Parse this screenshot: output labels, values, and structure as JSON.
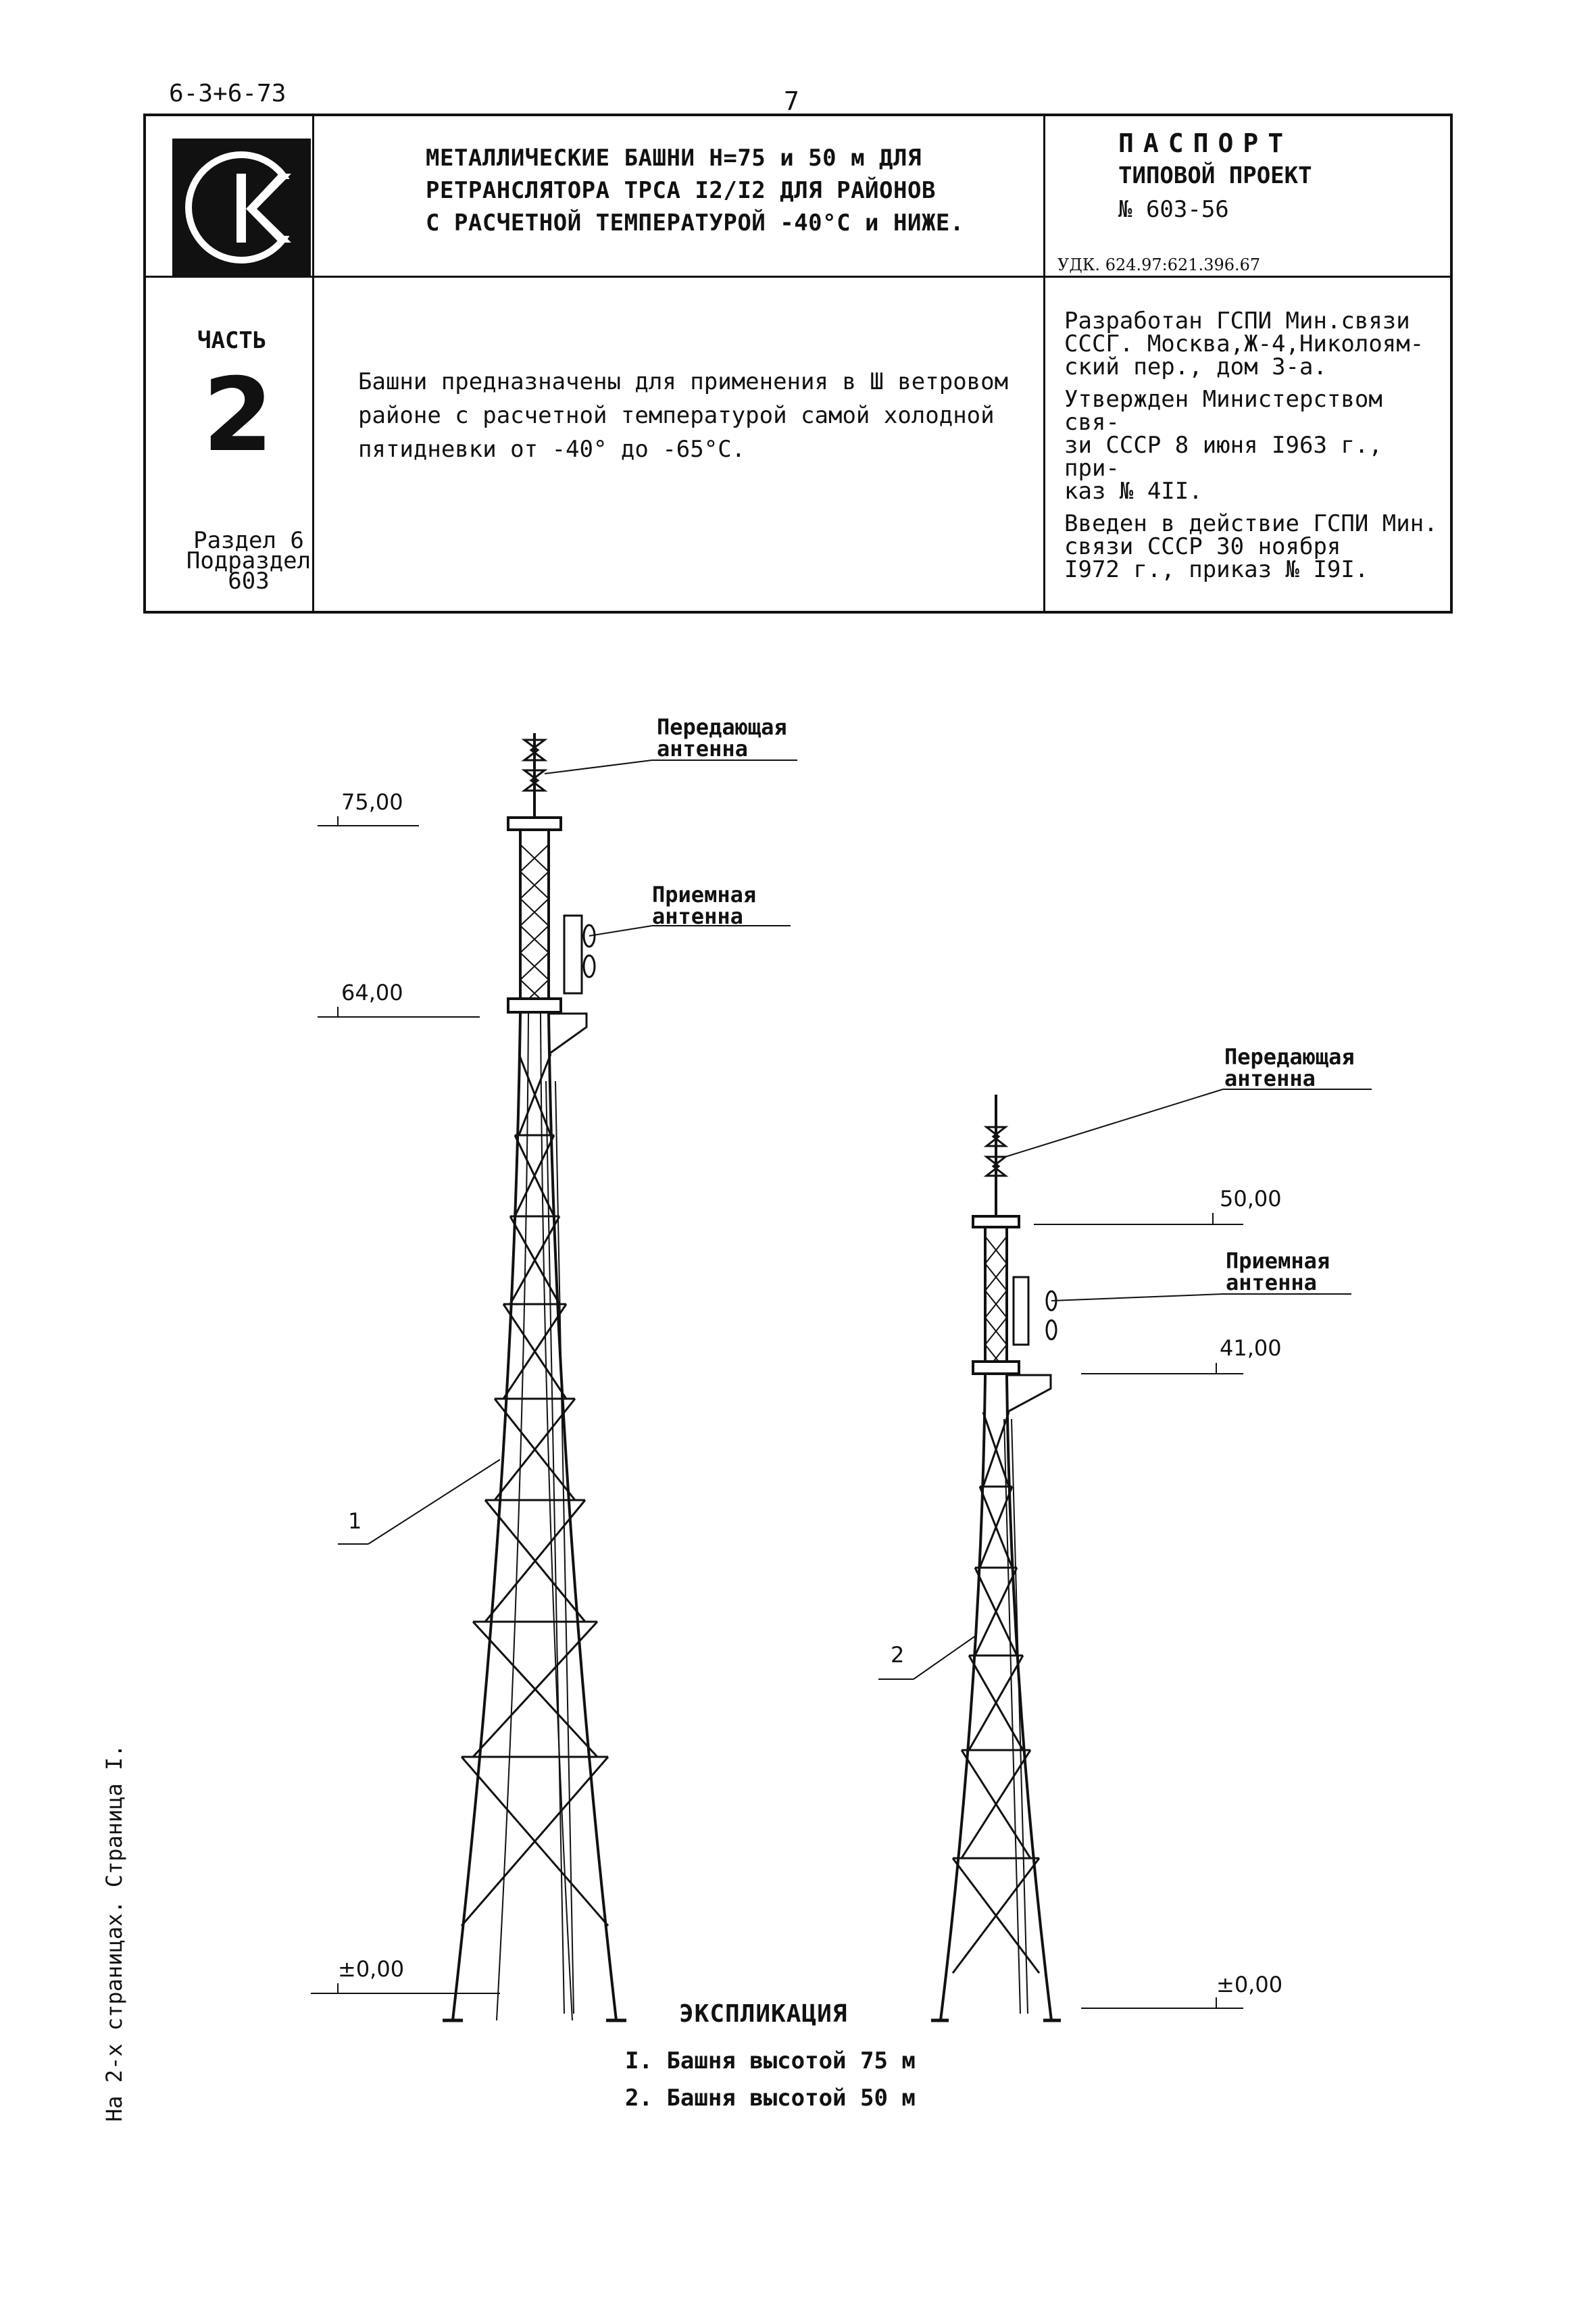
{
  "header": {
    "code": "6-3+6-73",
    "page_number": "7",
    "title_lines": [
      "МЕТАЛЛИЧЕСКИЕ БАШНИ Н=75 и 50 м ДЛЯ",
      "РЕТРАНСЛЯТОРА ТРСА I2/I2 ДЛЯ РАЙОНОВ",
      "С РАСЧЕТНОЙ ТЕМПЕРАТУРОЙ -40°С и НИЖЕ."
    ],
    "passport": "ПАСПОРТ",
    "project_type": "ТИПОВОЙ ПРОЕКТ",
    "project_number": "№ 603-56",
    "udk": "УДК. 624.97:621.396.67",
    "logo_letters": "СК"
  },
  "part": {
    "label": "ЧАСТЬ",
    "number": "2",
    "section_lines": [
      "Раздел 6",
      "Подраздел",
      "603"
    ]
  },
  "description_lines": [
    "Башни предназначены для применения в Ш ветровом",
    "районе с расчетной температурой самой холодной",
    "пятидневки от -40° до -65°С."
  ],
  "developer": {
    "developed_lines": [
      "Разработан ГСПИ Мин.связи",
      "СССГ. Москва,Ж-4,Николоям-",
      "ский пер., дом 3-а."
    ],
    "approved_lines": [
      "Утвержден Министерством свя-",
      "зи СССР 8 июня I963 г., при-",
      "каз № 4II."
    ],
    "enacted_lines": [
      "Введен в действие ГСПИ Мин.",
      "связи СССР   30 ноября",
      "I972 г., приказ № I9I."
    ]
  },
  "drawing": {
    "tower1": {
      "transmit_antenna": [
        "Передающая",
        "антенна"
      ],
      "receive_antenna": [
        "Приемная",
        "антенна"
      ],
      "elev_top": "75,00",
      "elev_mid": "64,00",
      "elev_base": "±0,00",
      "callout": "1"
    },
    "tower2": {
      "transmit_antenna": [
        "Передающая",
        "антенна"
      ],
      "receive_antenna": [
        "Приемная",
        "антенна"
      ],
      "elev_top": "50,00",
      "elev_mid": "41,00",
      "elev_base": "±0,00",
      "callout": "2"
    }
  },
  "explication": {
    "title": "ЭКСПЛИКАЦИЯ",
    "items": [
      "I. Башня высотой 75 м",
      "2. Башня высотой 50 м"
    ]
  },
  "side_note": "На 2-х страницах. Страница I."
}
